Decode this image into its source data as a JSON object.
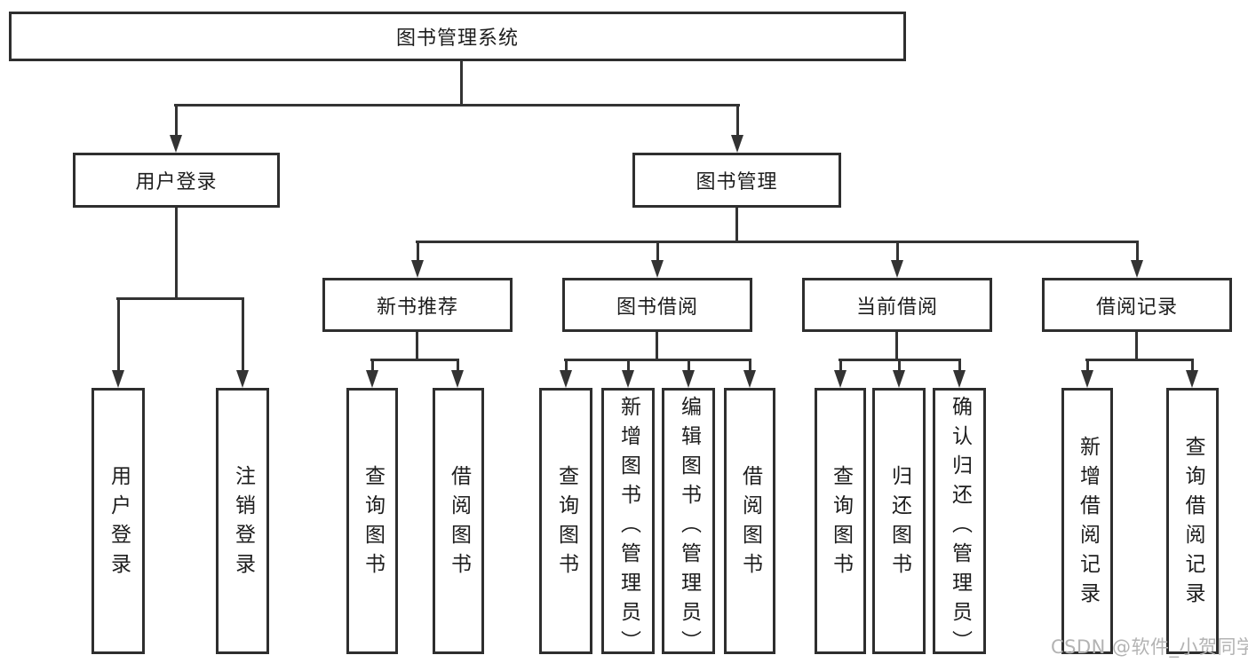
{
  "colors": {
    "background": "#ffffff",
    "border": "#2e2e2e",
    "line": "#333333",
    "text": "#1d1d1d",
    "watermark": "#b3b3b3"
  },
  "watermark": {
    "text": "CSDN @软件_小贺同学"
  },
  "nodes": {
    "root": {
      "label": "图书管理系统"
    },
    "user_login": {
      "label": "用户登录"
    },
    "book_mgmt": {
      "label": "图书管理"
    },
    "new_book_rec": {
      "label": "新书推荐"
    },
    "book_borrow": {
      "label": "图书借阅"
    },
    "current_borrow": {
      "label": "当前借阅"
    },
    "borrow_records": {
      "label": "借阅记录"
    },
    "leaf_user_login": {
      "label": "用户登录"
    },
    "leaf_logout": {
      "label": "注销登录"
    },
    "nbr_query": {
      "label": "查询图书"
    },
    "nbr_borrow": {
      "label": "借阅图书"
    },
    "bb_query": {
      "label": "查询图书"
    },
    "bb_add": {
      "label": "新增图书（管理员）"
    },
    "bb_edit": {
      "label": "编辑图书（管理员）"
    },
    "bb_borrow": {
      "label": "借阅图书"
    },
    "cb_query": {
      "label": "查询图书"
    },
    "cb_return": {
      "label": "归还图书"
    },
    "cb_confirm": {
      "label": "确认归还（管理员）"
    },
    "br_add": {
      "label": "新增借阅记录"
    },
    "br_query": {
      "label": "查询借阅记录"
    }
  }
}
